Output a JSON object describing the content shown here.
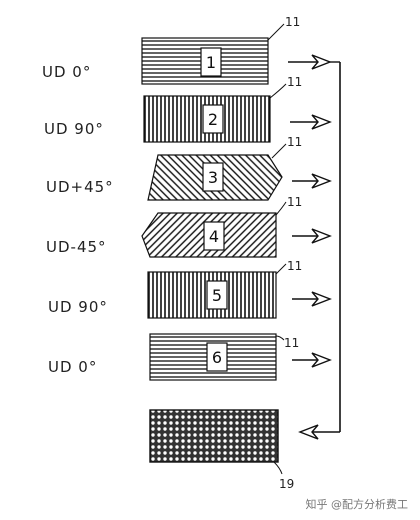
{
  "layers": [
    {
      "label": "UD 0°",
      "number": "1",
      "ref": "11"
    },
    {
      "label": "UD 90°",
      "number": "2",
      "ref": "11"
    },
    {
      "label": "UD+45°",
      "number": "3",
      "ref": "11"
    },
    {
      "label": "UD-45°",
      "number": "4",
      "ref": "11"
    },
    {
      "label": "UD 90°",
      "number": "5",
      "ref": "11"
    },
    {
      "label": "UD 0°",
      "number": "6",
      "ref": "11"
    }
  ],
  "stack": {
    "ref": "19"
  },
  "watermark": "知乎 @配方分析费工"
}
